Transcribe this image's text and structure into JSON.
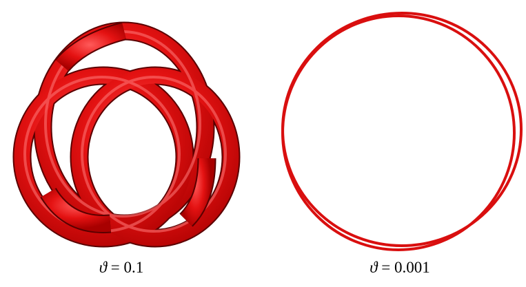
{
  "panels": [
    {
      "symbol": "ϑ",
      "equals": " = ",
      "value": "0.1"
    },
    {
      "symbol": "ϑ",
      "equals": " = ",
      "value": "0.001"
    }
  ],
  "colors": {
    "tube": "#e41212",
    "tube_dark": "#7a0000",
    "tube_highlight": "#ff6a6a",
    "thin_curve": "#d90f0f",
    "background": "#ffffff"
  }
}
